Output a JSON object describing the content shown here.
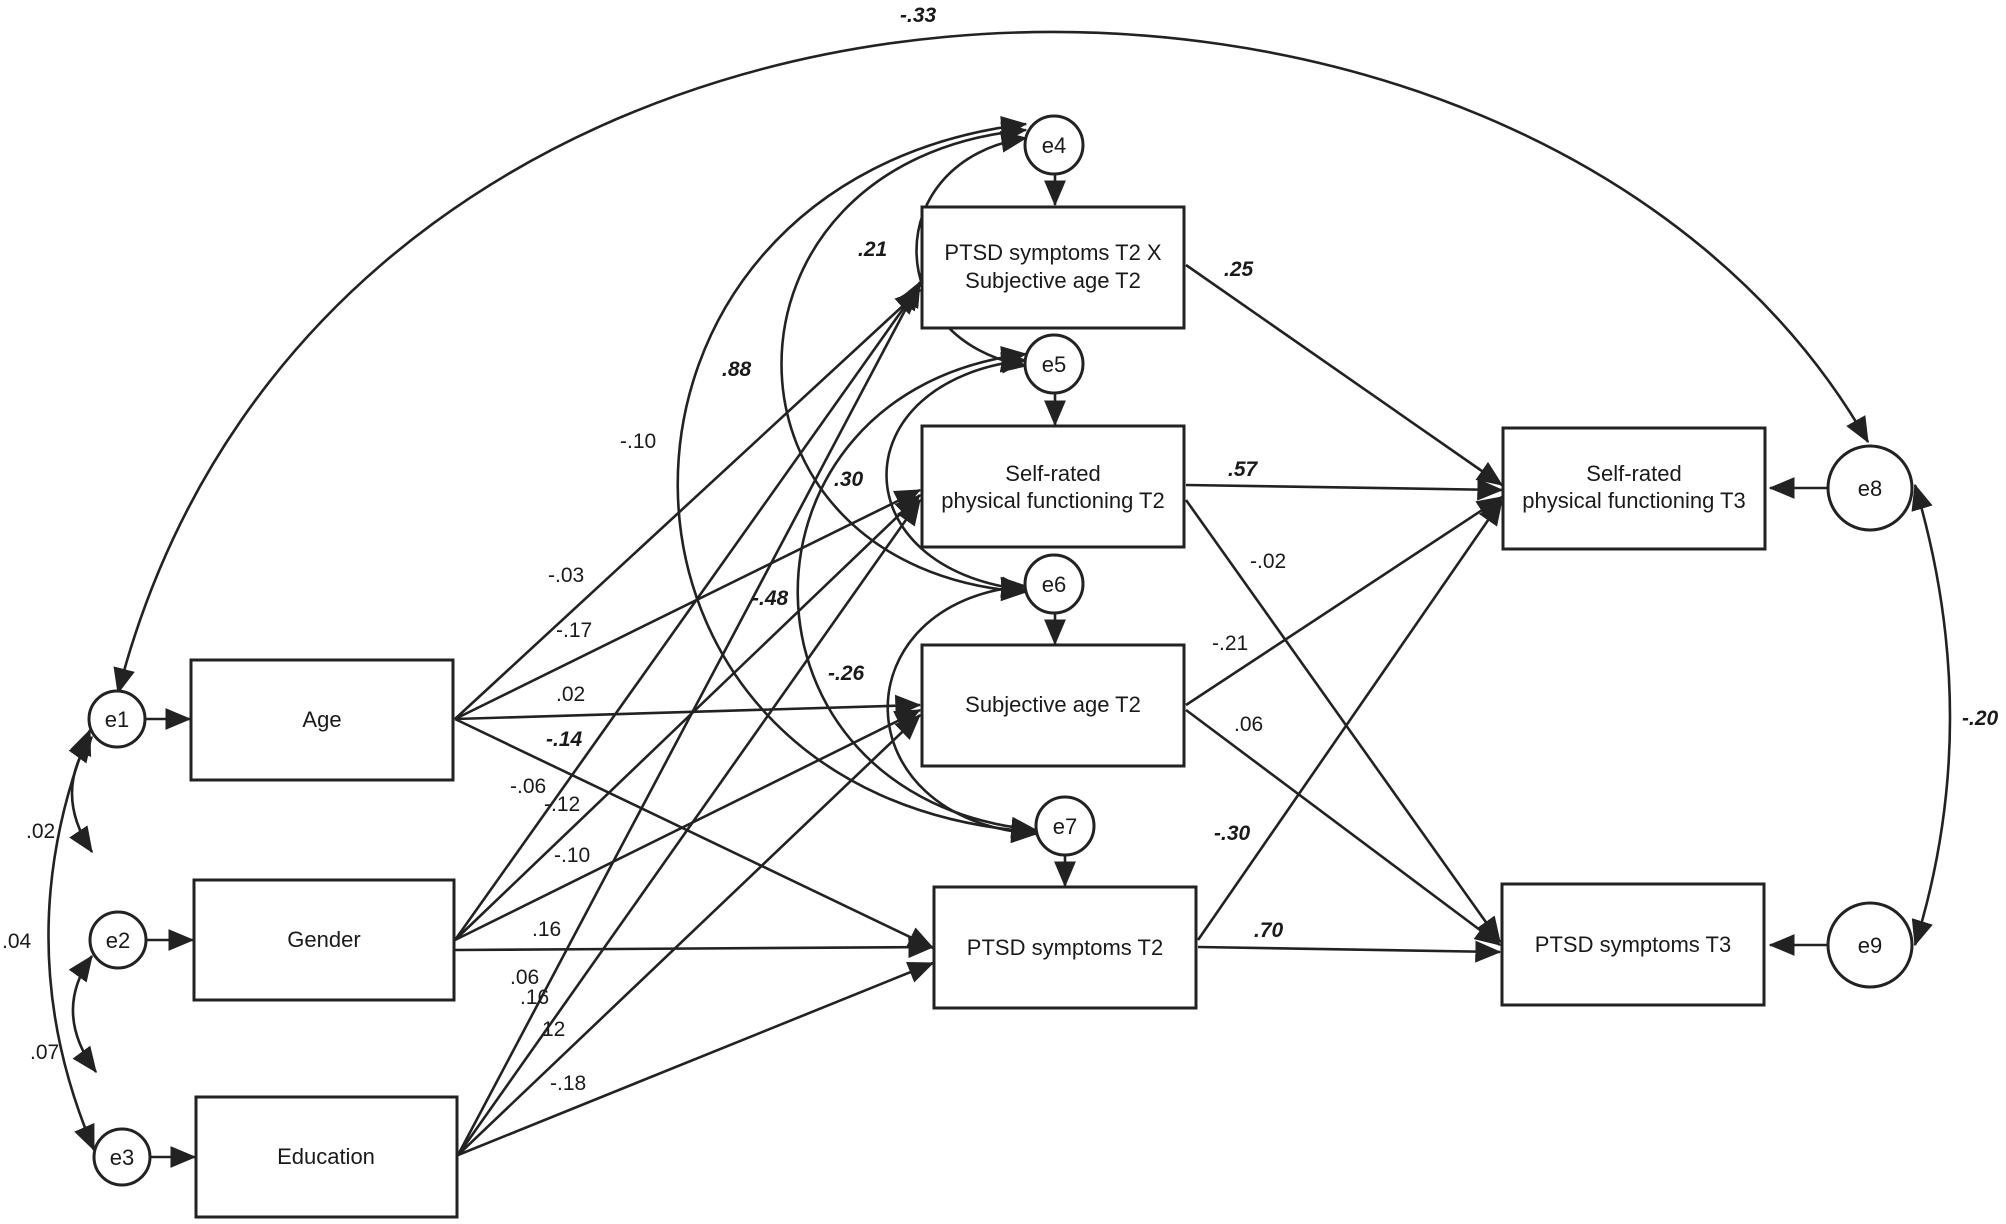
{
  "diagram": {
    "nodes": {
      "age": "Age",
      "gender": "Gender",
      "education": "Education",
      "interaction_l1": "PTSD symptoms T2 X",
      "interaction_l2": "Subjective age T2",
      "physfunc_t2_l1": "Self-rated",
      "physfunc_t2_l2": "physical functioning T2",
      "subjage_t2": "Subjective age T2",
      "ptsd_t2": "PTSD symptoms T2",
      "physfunc_t3_l1": "Self-rated",
      "physfunc_t3_l2": "physical functioning T3",
      "ptsd_t3": "PTSD symptoms T3"
    },
    "errors": {
      "e1": "e1",
      "e2": "e2",
      "e3": "e3",
      "e4": "e4",
      "e5": "e5",
      "e6": "e6",
      "e7": "e7",
      "e8": "e8",
      "e9": "e9"
    },
    "coefficients": {
      "e1_e8": "-.33",
      "e8_e9": "-.20",
      "e1_e2": ".02",
      "e1_e3": ".04",
      "e2_e3": ".07",
      "e4_e5": ".21",
      "e4_e6": ".88",
      "e4_e7": "-.10",
      "e5_e6": ".30",
      "e5_e7": "-.48",
      "e6_e7": "-.26",
      "age_inter": "-.03",
      "age_phys": "-.17",
      "age_subj": ".02",
      "age_ptsd": "-.14",
      "gender_inter": "-.06",
      "gender_phys": "-.12",
      "gender_subj": "-.10",
      "gender_ptsd": ".16",
      "edu_inter": ".06",
      "edu_phys": ".16",
      "edu_subj": "12",
      "edu_ptsd": "-.18",
      "inter_phys3": ".25",
      "phys2_phys3": ".57",
      "phys2_ptsd3": "-.02",
      "subj_phys3": "-.21",
      "subj_ptsd3": ".06",
      "ptsd2_phys3": "-.30",
      "ptsd2_ptsd3": ".70"
    }
  }
}
